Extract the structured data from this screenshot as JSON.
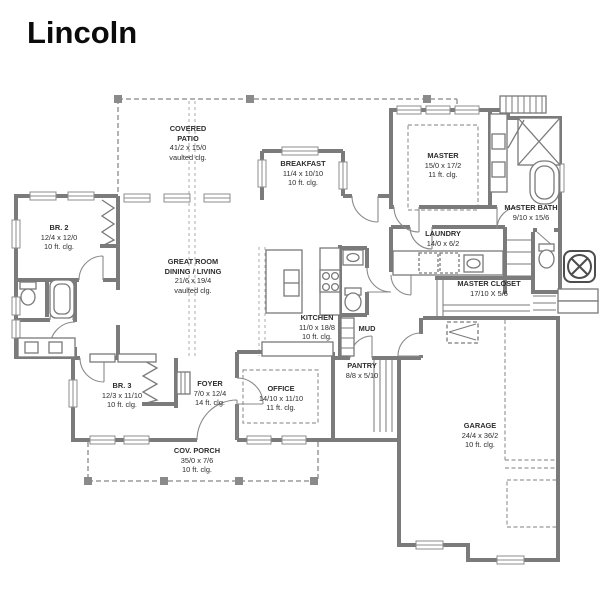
{
  "title": "Lincoln",
  "plan": {
    "colors": {
      "wall": "#7b7b7b",
      "dashed_outline": "#9a9a9a",
      "fixture_stroke": "#7a7a7a",
      "label_text": "#2d2d2d",
      "post_fill": "#8a8a8a"
    },
    "icons": {
      "equipment_pad": "boxed-circle-x-icon",
      "attic_access": "dashed-hatch-icon",
      "window": "double-line-window",
      "door": "quarter-arc-swing"
    },
    "rooms": {
      "covered_patio": {
        "l1": "COVERED",
        "l2": "PATIO",
        "l3": "41/2 x 15/0",
        "l4": "vaulted clg."
      },
      "breakfast": {
        "l1": "BREAKFAST",
        "l2": "11/4 x 10/10",
        "l3": "10 ft. clg."
      },
      "master": {
        "l1": "MASTER",
        "l2": "15/0 x 17/2",
        "l3": "11 ft. clg."
      },
      "master_bath": {
        "l1": "MASTER BATH",
        "l2": "9/10 x 15/6"
      },
      "laundry": {
        "l1": "LAUNDRY",
        "l2": "14/0 x 6/2"
      },
      "master_closet": {
        "l1": "MASTER CLOSET",
        "l2": "17/10 X 5/6"
      },
      "br2": {
        "l1": "BR. 2",
        "l2": "12/4 x 12/0",
        "l3": "10 ft. clg."
      },
      "great_room": {
        "l1": "GREAT ROOM",
        "l2": "DINING / LIVING",
        "l3": "21/6 x 19/4",
        "l4": "vaulted clg."
      },
      "kitchen": {
        "l1": "KITCHEN",
        "l2": "11/0 x 18/8",
        "l3": "10 ft. clg."
      },
      "mud": {
        "l1": "MUD"
      },
      "br3": {
        "l1": "BR. 3",
        "l2": "12/3 x 11/10",
        "l3": "10 ft. clg."
      },
      "foyer": {
        "l1": "FOYER",
        "l2": "7/0 x 12/4",
        "l3": "14 ft. clg."
      },
      "office": {
        "l1": "OFFICE",
        "l2": "14/10 x 11/10",
        "l3": "11 ft. clg."
      },
      "pantry": {
        "l1": "PANTRY",
        "l2": "8/8 x 5/10"
      },
      "garage": {
        "l1": "GARAGE",
        "l2": "24/4 x 36/2",
        "l3": "10 ft. clg."
      },
      "cov_porch": {
        "l1": "COV. PORCH",
        "l2": "35/0 x 7/6",
        "l3": "10 ft. clg."
      }
    }
  }
}
